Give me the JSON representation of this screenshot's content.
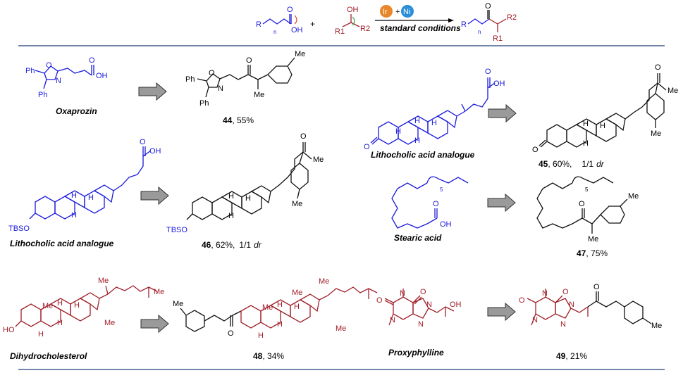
{
  "header": {
    "reactant_acid": "R()nOH",
    "reactant_acid_n": "n",
    "plus1": "+",
    "reactant_alcohol_oh": "OH",
    "reactant_alcohol_r1": "R1",
    "reactant_alcohol_r2": "R2",
    "catalyst_ir": "Ir",
    "catalyst_plus": "+",
    "catalyst_ni": "Ni",
    "conditions": "standard conditions",
    "product_r": "R",
    "product_n": "n",
    "product_r1": "R1",
    "product_r2": "R2",
    "product_o": "O"
  },
  "entries": [
    {
      "substrate": "Oxaprozin",
      "product_number": "44",
      "yield": ", 55%"
    },
    {
      "substrate": "Lithocholic acid analogue",
      "product_number": "45",
      "yield": ", 60%,",
      "dr": "1/1",
      "dr_label": "dr"
    },
    {
      "substrate": "Lithocholic acid analogue",
      "product_number": "46",
      "yield": ", 62%,",
      "dr": "1/1",
      "dr_label": "dr"
    },
    {
      "substrate": "Stearic acid",
      "product_number": "47",
      "yield": ", 75%"
    },
    {
      "substrate": "Dihydrocholesterol",
      "product_number": "48",
      "yield": ", 34%"
    },
    {
      "substrate": "Proxyphylline",
      "product_number": "49",
      "yield": ", 21%"
    }
  ],
  "atoms": {
    "ph": "Ph",
    "o": "O",
    "n": "N",
    "oh": "OH",
    "me": "Me",
    "h": "H",
    "tbso": "TBSO",
    "ho": "HO",
    "sub5": "5"
  },
  "colors": {
    "substrate_blue": "#1a1adc",
    "substrate_red": "#a0202a",
    "rule_navy": "#1f3c78",
    "arrow_fill": "#9a9a9a",
    "ir_badge": "#e8872a",
    "ni_badge": "#2a8fd8",
    "leaving_group": "#d04a2a",
    "boron_green": "#3aa040"
  }
}
